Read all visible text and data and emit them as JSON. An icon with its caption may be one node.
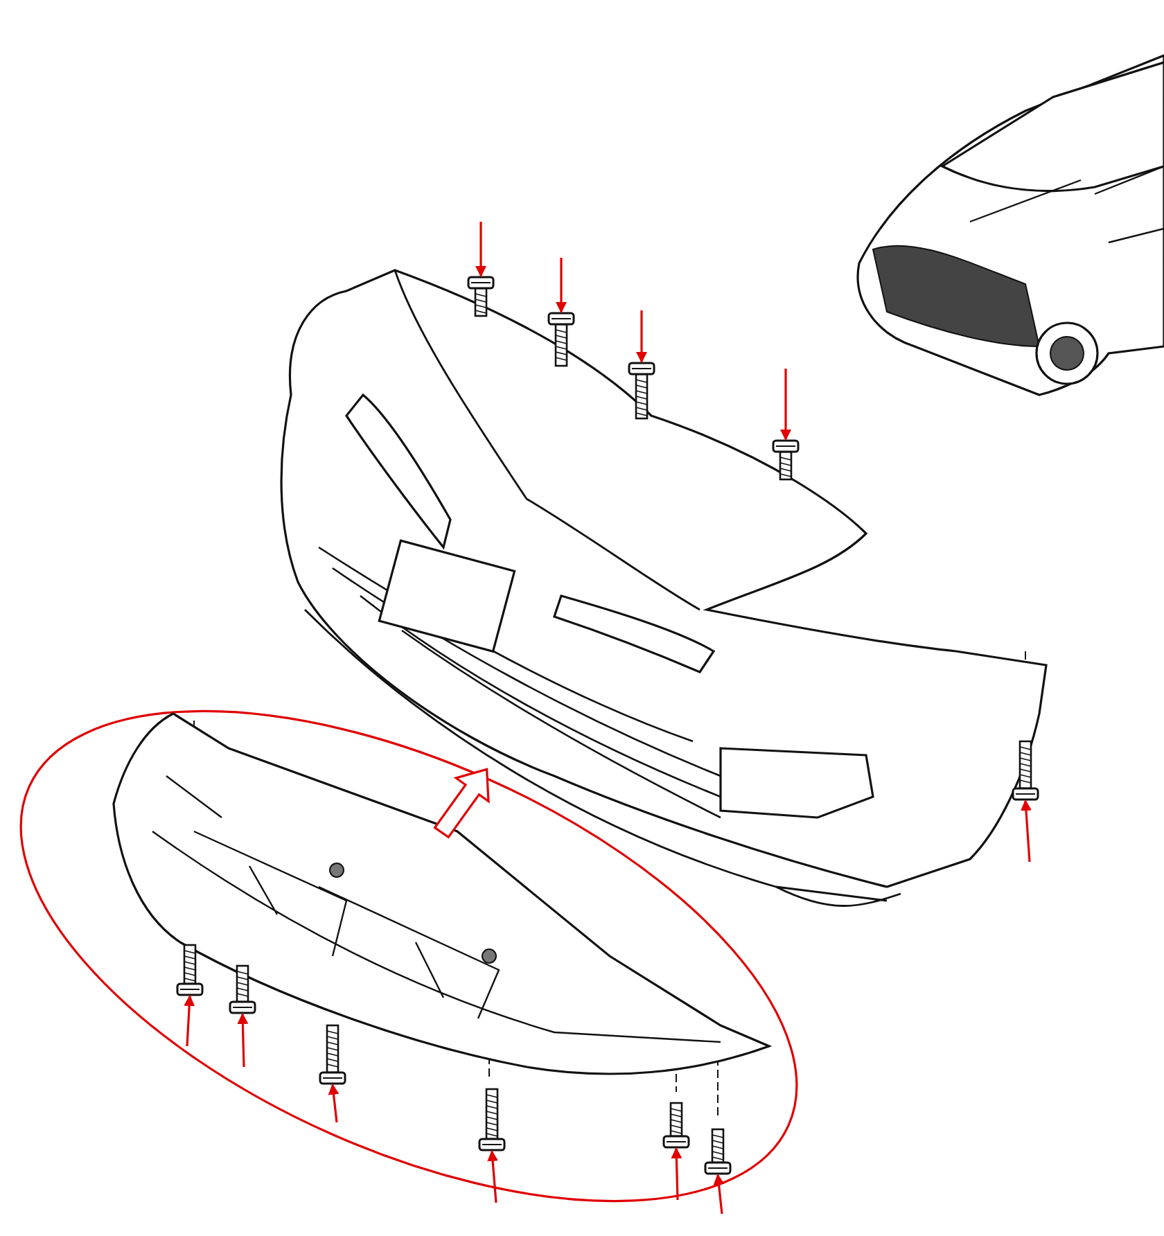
{
  "diagram": {
    "nodes": [
      {
        "text": [],
        "shape": "picture"
      },
      {
        "text": [],
        "shape": "picture"
      },
      {
        "text": [],
        "shape": "picture"
      },
      {
        "text": [],
        "shape": "bolt"
      },
      {
        "text": [],
        "shape": "bolt"
      },
      {
        "text": [],
        "shape": "bolt"
      },
      {
        "text": [],
        "shape": "bolt"
      },
      {
        "text": [],
        "shape": "bolt"
      },
      {
        "text": [],
        "shape": "bolt"
      },
      {
        "text": [],
        "shape": "bolt"
      },
      {
        "text": [],
        "shape": "bolt"
      },
      {
        "text": [],
        "shape": "bolt"
      },
      {
        "text": [],
        "shape": "bolt"
      },
      {
        "text": [],
        "shape": "bolt"
      }
    ],
    "edges": [
      {
        "from": null,
        "to": 3,
        "arrow": "to"
      },
      {
        "from": null,
        "to": 4,
        "arrow": "to"
      },
      {
        "from": null,
        "to": 5,
        "arrow": "to"
      },
      {
        "from": null,
        "to": 6,
        "arrow": "to"
      },
      {
        "from": null,
        "to": 7,
        "arrow": "to"
      },
      {
        "from": null,
        "to": 8,
        "arrow": "to"
      },
      {
        "from": null,
        "to": 9,
        "arrow": "to"
      },
      {
        "from": null,
        "to": 10,
        "arrow": "to"
      },
      {
        "from": null,
        "to": 11,
        "arrow": "to"
      },
      {
        "from": null,
        "to": 12,
        "arrow": "to"
      },
      {
        "from": null,
        "to": 13,
        "arrow": "to"
      },
      {
        "from": 2,
        "to": 1,
        "arrow": "to",
        "style": "thick"
      }
    ]
  }
}
